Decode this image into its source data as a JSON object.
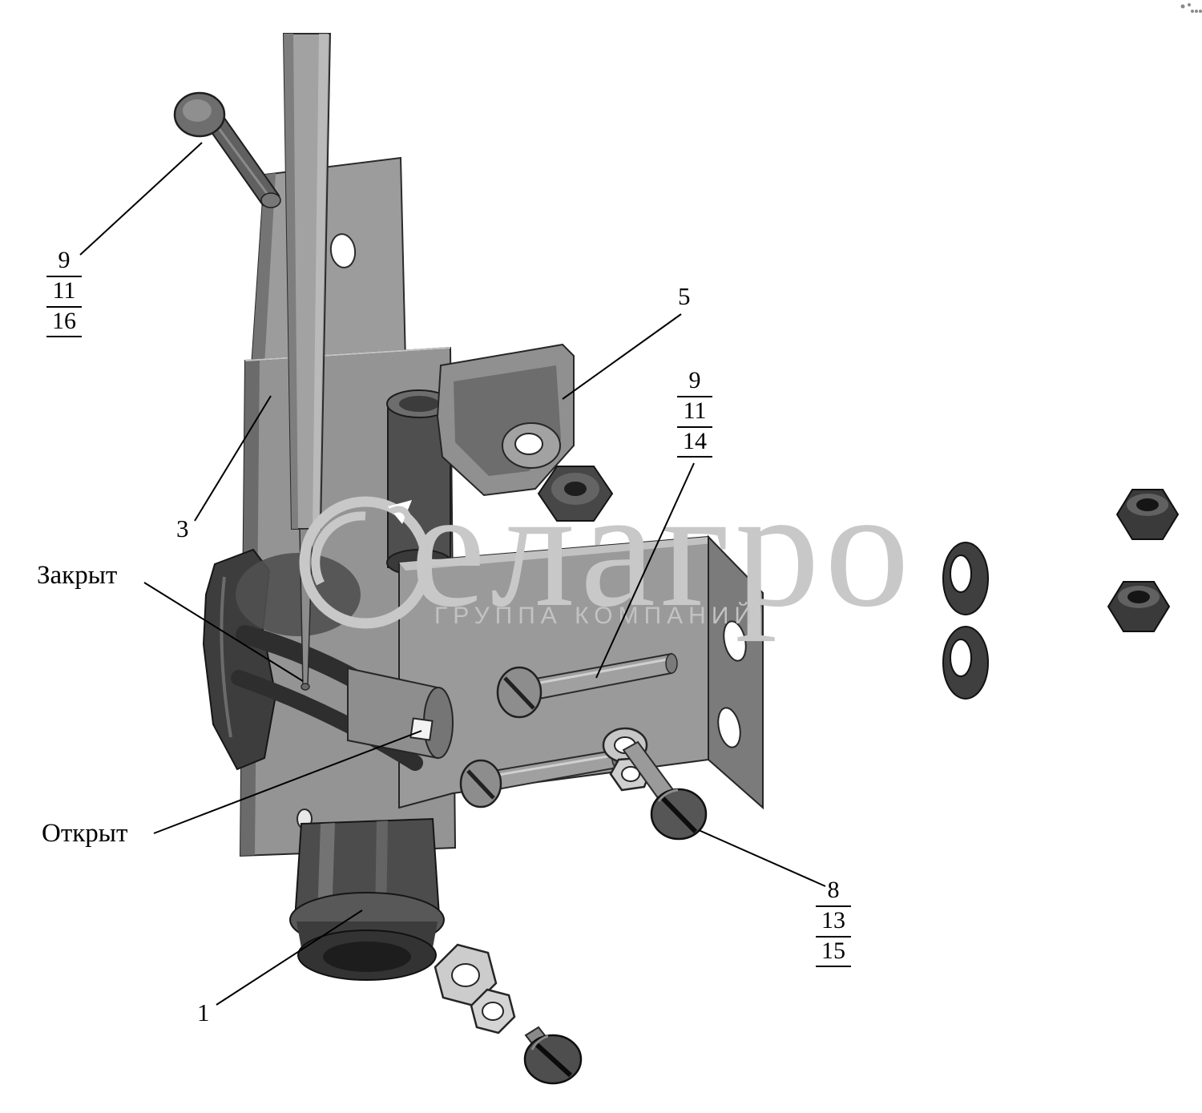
{
  "callouts": {
    "stack_left": {
      "items": [
        "9",
        "11",
        "16"
      ]
    },
    "part3": "3",
    "closed": "Закрыт",
    "open": "Открыт",
    "part5": "5",
    "stack_mid": {
      "items": [
        "9",
        "11",
        "14"
      ]
    },
    "stack_right": {
      "items": [
        "8",
        "13",
        "15"
      ]
    },
    "part1": "1"
  },
  "watermark": {
    "brand": "елагро",
    "tagline": "ГРУППА КОМПАНИЙ",
    "color": "#c8c8c8"
  },
  "colors": {
    "background": "#ffffff",
    "line": "#000000",
    "metal_light": "#b5b5b5",
    "metal_mid": "#8f8f8f",
    "metal_dark": "#4a4a4a",
    "outline": "#222222"
  }
}
